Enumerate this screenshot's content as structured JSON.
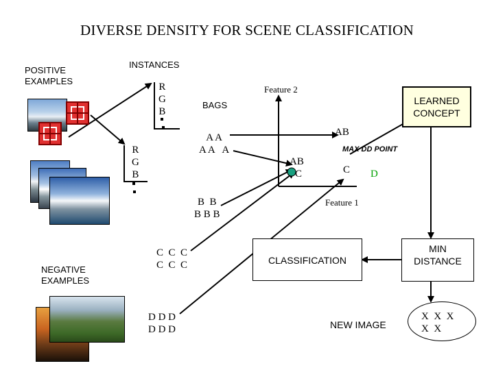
{
  "title": "DIVERSE DENSITY FOR SCENE CLASSIFICATION",
  "labels": {
    "positive_line1": "POSITIVE",
    "positive_line2": "EXAMPLES",
    "negative_line1": "NEGATIVE",
    "negative_line2": "EXAMPLES",
    "instances": "INSTANCES",
    "bags": "BAGS",
    "feature2": "Feature 2",
    "feature1": "Feature 1",
    "learned_line1": "LEARNED",
    "learned_line2": "CONCEPT",
    "max_dd_point": "MAX DD POINT",
    "classification": "CLASSIFICATION",
    "new_image": "NEW IMAGE",
    "min_line1": "MIN",
    "min_line2": "DISTANCE"
  },
  "rgb1": [
    "R",
    "G",
    "B"
  ],
  "rgb2": [
    "R",
    "G",
    "B"
  ],
  "bags": {
    "a_row1": "A A",
    "a_row2": "A A   A",
    "b_row1": "B  B",
    "b_row2": "B B B",
    "c_row1": "C  C  C",
    "c_row2": "C  C  C",
    "d_row1": "D D D",
    "d_row2": "D D D"
  },
  "feature_space": {
    "ab_top": "AB",
    "ab_mid": "AB",
    "c_mid": "C",
    "c_right": "C",
    "d_right": "D"
  },
  "new_image_points": {
    "row1": "X  X  X",
    "row2": "X  X"
  },
  "colors": {
    "learned_box": "#ffffe0",
    "max_point": "#18a080",
    "d_label": "#00a000",
    "arrow": "#000000"
  }
}
